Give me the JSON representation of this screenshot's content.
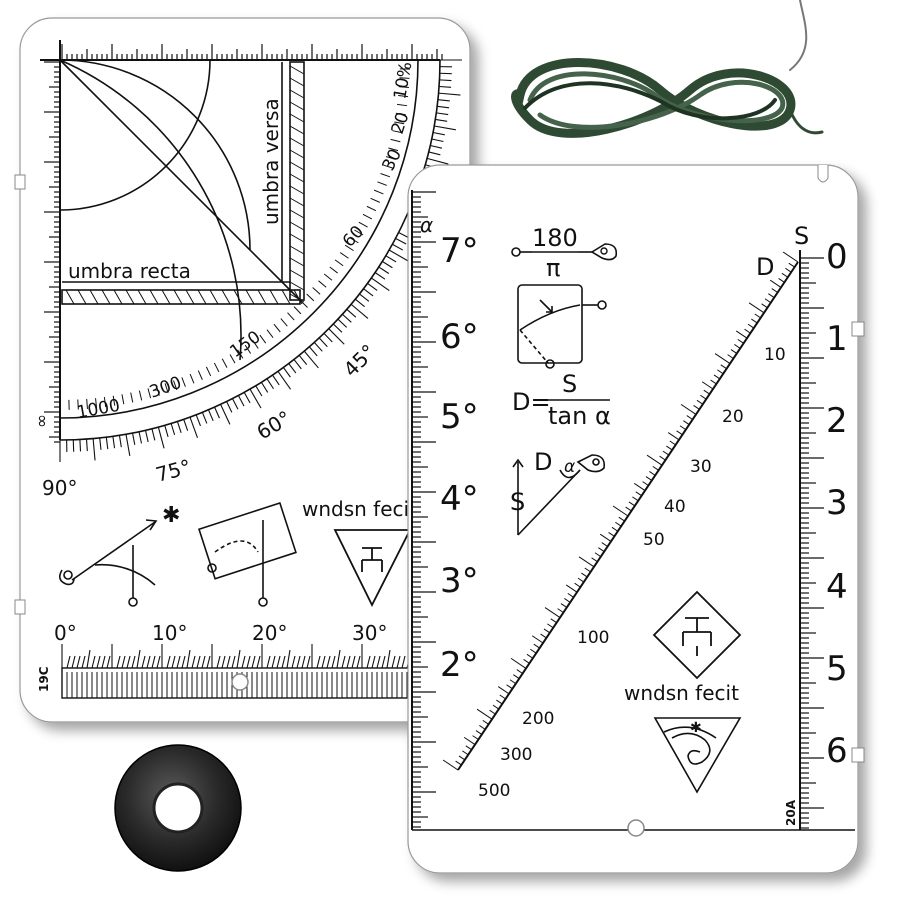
{
  "back_card": {
    "label_umbra_recta": "umbra recta",
    "label_umbra_versa": "umbra versa",
    "label_maker": "wndsn fecit",
    "model_code": "19C",
    "tangent_scale": [
      "10%",
      "20",
      "30"
    ],
    "tangent_60": "60",
    "distance_scale": [
      "1000",
      "300",
      "150"
    ],
    "infinity": "∞",
    "angle_labels": [
      "90°",
      "75°",
      "60°",
      "45°"
    ],
    "bottom_angles": [
      "0°",
      "10°",
      "20°",
      "30°"
    ]
  },
  "front_card": {
    "model_code": "20A",
    "degree_labels": [
      "7°",
      "6°",
      "5°",
      "4°",
      "3°",
      "2°"
    ],
    "formula_180": "180",
    "formula_pi": "π",
    "formula_d": "D=",
    "formula_s": "S",
    "formula_tan": "tan α",
    "alpha": "α",
    "triangle_d": "D",
    "triangle_s": "S",
    "scale_top_d": "D",
    "scale_top_s": "S",
    "right_scale": [
      "0",
      "1",
      "2",
      "3",
      "4",
      "5",
      "6"
    ],
    "diagonal_scale": [
      "10",
      "20",
      "30",
      "40",
      "50",
      "100",
      "200",
      "300",
      "500"
    ],
    "maker": "wndsn fecit"
  },
  "accessories": {
    "cord": "green braided cord",
    "washer": "black rubber washer"
  }
}
